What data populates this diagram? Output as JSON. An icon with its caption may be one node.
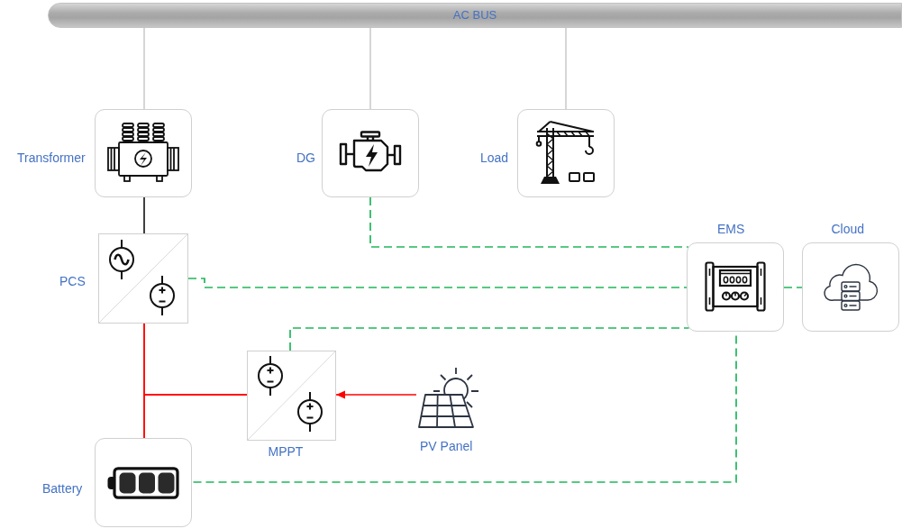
{
  "diagram": {
    "nodes": [
      {
        "text": [
          "AC BUS"
        ]
      },
      {
        "text": [
          "Transformer"
        ]
      },
      {
        "text": [
          "DG"
        ]
      },
      {
        "text": [
          "Load"
        ]
      },
      {
        "text": [
          "PCS"
        ]
      },
      {
        "text": [
          "EMS"
        ]
      },
      {
        "text": [
          "Cloud"
        ]
      },
      {
        "text": [
          "MPPT"
        ]
      },
      {
        "text": [
          "PV Panel"
        ]
      },
      {
        "text": [
          "Battery"
        ]
      }
    ],
    "edges": [
      {
        "from": 0,
        "to": 1,
        "arrow": "none",
        "color": "#c8c8c8"
      },
      {
        "from": 0,
        "to": 2,
        "arrow": "none",
        "color": "#c8c8c8"
      },
      {
        "from": 0,
        "to": 3,
        "arrow": "none",
        "color": "#c8c8c8"
      },
      {
        "from": 1,
        "to": 4,
        "arrow": "none",
        "color": "#000000"
      },
      {
        "from": 2,
        "to": 5,
        "arrow": "none",
        "style": "dashed",
        "color": "#1fb65a"
      },
      {
        "from": 4,
        "to": 5,
        "arrow": "none",
        "style": "dashed",
        "color": "#1fb65a"
      },
      {
        "from": 5,
        "to": 6,
        "arrow": "none",
        "style": "dashed",
        "color": "#1fb65a"
      },
      {
        "from": 7,
        "to": 5,
        "arrow": "none",
        "style": "dashed",
        "color": "#1fb65a"
      },
      {
        "from": 9,
        "to": 5,
        "arrow": "none",
        "style": "dashed",
        "color": "#1fb65a"
      },
      {
        "from": 4,
        "to": 9,
        "arrow": "none",
        "color": "#ff0000"
      },
      {
        "from": 7,
        "to": 4,
        "arrow": "none",
        "color": "#ff0000"
      },
      {
        "from": 7,
        "to": 9,
        "arrow": "none",
        "color": "#ff0000"
      },
      {
        "from": 8,
        "to": 7,
        "arrow": "to",
        "color": "#ff0000"
      }
    ]
  }
}
